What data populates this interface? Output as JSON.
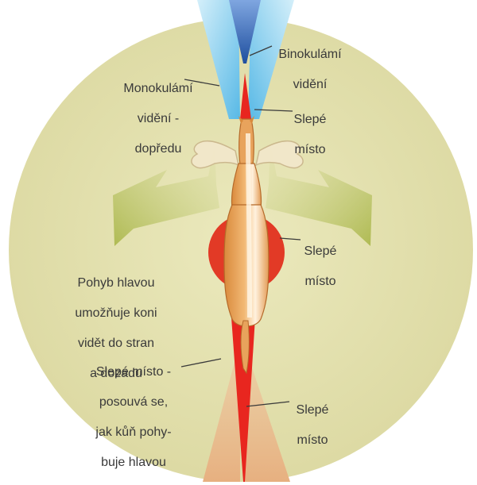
{
  "diagram": {
    "labels": {
      "binocular": [
        "Binokulámí",
        "vidění"
      ],
      "monocular_forward": [
        "Monokulámí",
        "vidění -",
        "dopředu"
      ],
      "blind_spot_front": [
        "Slepé",
        "místo"
      ],
      "blind_spot_body": [
        "Slepé",
        "místo"
      ],
      "head_movement": [
        "Pohyb hlavou",
        "umožňuje koni",
        "vidět do stran",
        "a dozadu"
      ],
      "blind_spot_moving": [
        "Slepé místo -",
        "posouvá se,",
        "jak kůň pohy-",
        "buje hlavou"
      ],
      "blind_spot_rear": [
        "Slepé",
        "místo"
      ]
    },
    "colors": {
      "field": "#e6e4b4",
      "field_edge": "#d7d49e",
      "binocular_blue": "#2f5fb0",
      "monocular_blue": "#8fd0ee",
      "blind_red": "#e8261f",
      "arrow_green": "#b7c264",
      "horse_body": "#e8a35c",
      "rear_beige": "#e9b98c"
    }
  }
}
